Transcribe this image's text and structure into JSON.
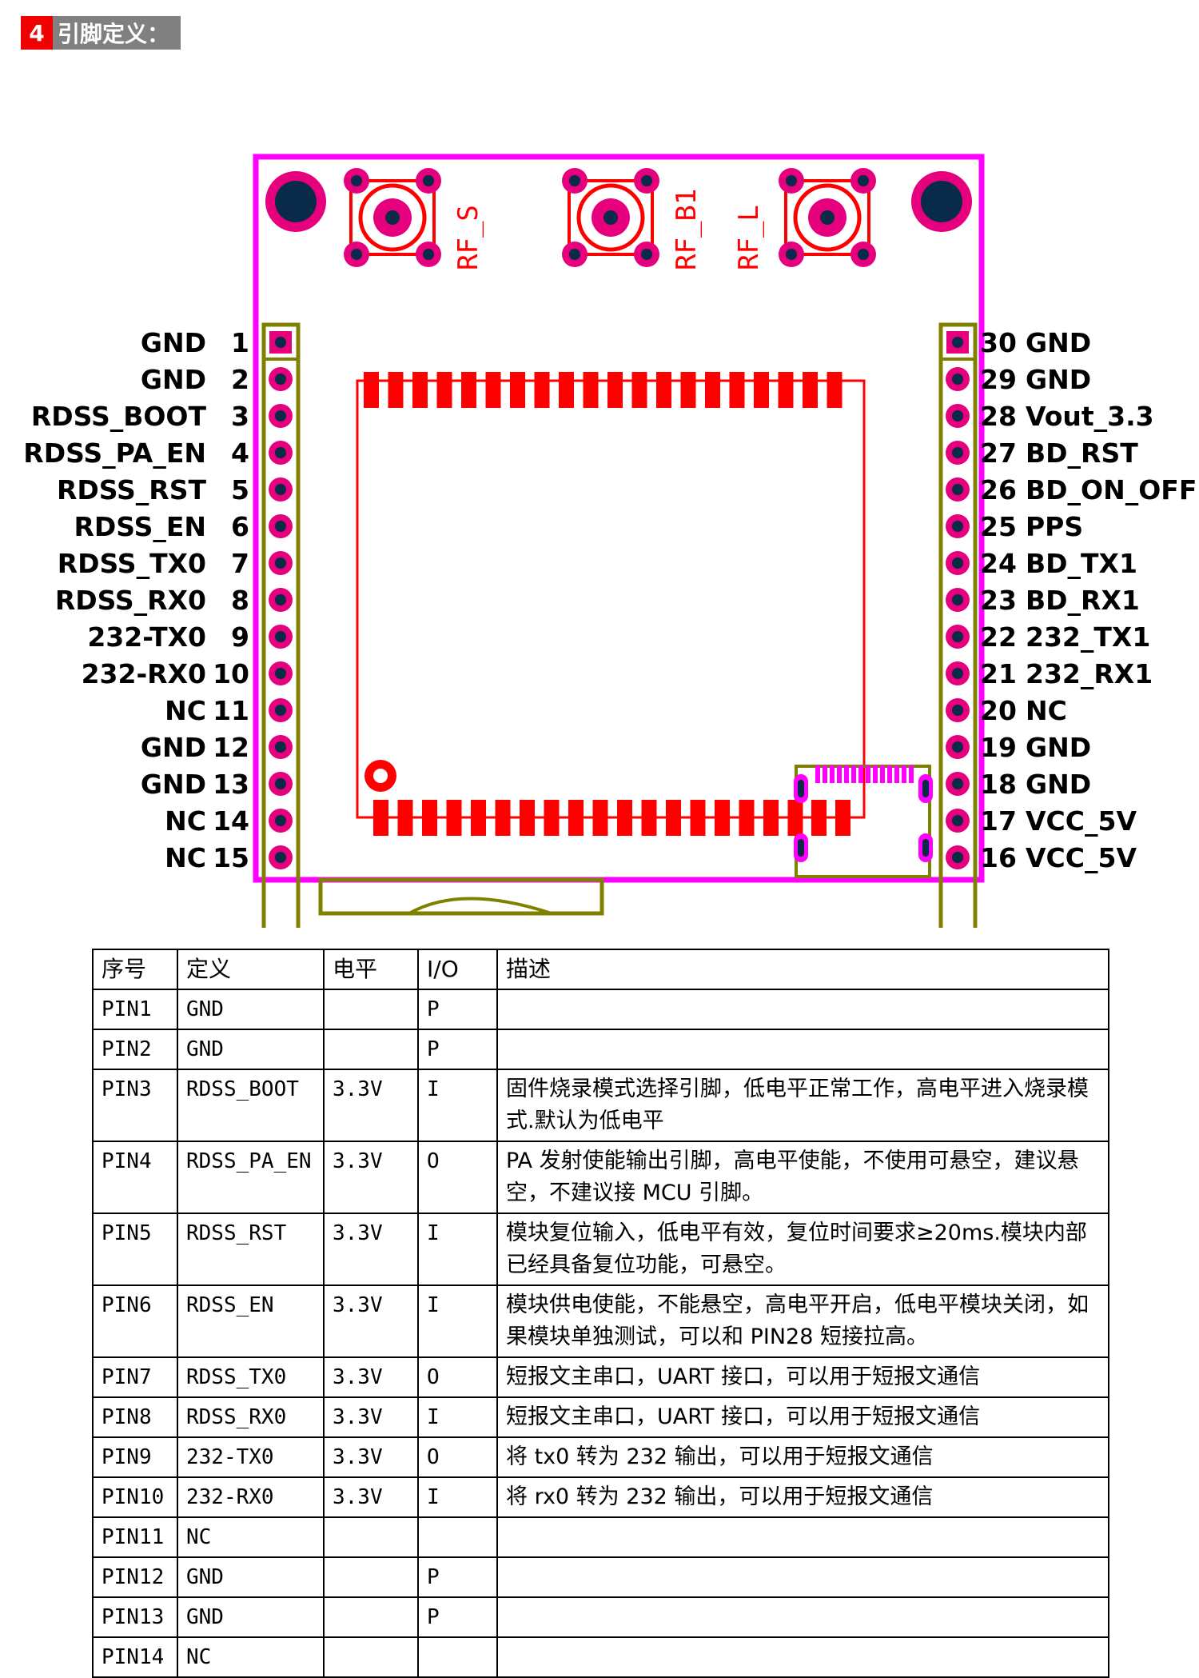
{
  "section": {
    "number": "4",
    "title": "引脚定义："
  },
  "diagram": {
    "rf_labels": [
      "RF_S",
      "RF_B1",
      "RF_L"
    ],
    "left_pins": [
      {
        "num": "1",
        "name": "GND"
      },
      {
        "num": "2",
        "name": "GND"
      },
      {
        "num": "3",
        "name": "RDSS_BOOT"
      },
      {
        "num": "4",
        "name": "RDSS_PA_EN"
      },
      {
        "num": "5",
        "name": "RDSS_RST"
      },
      {
        "num": "6",
        "name": "RDSS_EN"
      },
      {
        "num": "7",
        "name": "RDSS_TX0"
      },
      {
        "num": "8",
        "name": "RDSS_RX0"
      },
      {
        "num": "9",
        "name": "232-TX0"
      },
      {
        "num": "10",
        "name": "232-RX0"
      },
      {
        "num": "11",
        "name": "NC"
      },
      {
        "num": "12",
        "name": "GND"
      },
      {
        "num": "13",
        "name": "GND"
      },
      {
        "num": "14",
        "name": "NC"
      },
      {
        "num": "15",
        "name": "NC"
      }
    ],
    "right_pins": [
      {
        "num": "30",
        "name": "GND"
      },
      {
        "num": "29",
        "name": "GND"
      },
      {
        "num": "28",
        "name": "Vout_3.3"
      },
      {
        "num": "27",
        "name": "BD_RST"
      },
      {
        "num": "26",
        "name": "BD_ON_OFF"
      },
      {
        "num": "25",
        "name": "PPS"
      },
      {
        "num": "24",
        "name": "BD_TX1"
      },
      {
        "num": "23",
        "name": "BD_RX1"
      },
      {
        "num": "22",
        "name": "232_TX1"
      },
      {
        "num": "21",
        "name": "232_RX1"
      },
      {
        "num": "20",
        "name": "NC"
      },
      {
        "num": "19",
        "name": "GND"
      },
      {
        "num": "18",
        "name": "GND"
      },
      {
        "num": "17",
        "name": "VCC_5V"
      },
      {
        "num": "16",
        "name": "VCC_5V"
      }
    ],
    "colors": {
      "board": "#ff00ff",
      "header": "#808000",
      "pad": "#e6007e",
      "module": "#ff0000",
      "hole": "#0a2a4a"
    }
  },
  "table": {
    "headers": [
      "序号",
      "定义",
      "电平",
      "I/O",
      "描述"
    ],
    "rows": [
      [
        "PIN1",
        "GND",
        "",
        "P",
        ""
      ],
      [
        "PIN2",
        "GND",
        "",
        "P",
        ""
      ],
      [
        "PIN3",
        "RDSS_BOOT",
        "3.3V",
        "I",
        "固件烧录模式选择引脚，低电平正常工作，高电平进入烧录模式.默认为低电平"
      ],
      [
        "PIN4",
        "RDSS_PA_EN",
        "3.3V",
        "O",
        "PA 发射使能输出引脚，高电平使能，不使用可悬空，建议悬空，不建议接 MCU 引脚。"
      ],
      [
        "PIN5",
        "RDSS_RST",
        "3.3V",
        "I",
        "模块复位输入，低电平有效，复位时间要求≥20ms.模块内部已经具备复位功能，可悬空。"
      ],
      [
        "PIN6",
        "RDSS_EN",
        "3.3V",
        "I",
        "模块供电使能，不能悬空，高电平开启，低电平模块关闭，如果模块单独测试，可以和 PIN28 短接拉高。"
      ],
      [
        "PIN7",
        "RDSS_TX0",
        "3.3V",
        "O",
        "短报文主串口，UART 接口，可以用于短报文通信"
      ],
      [
        "PIN8",
        "RDSS_RX0",
        "3.3V",
        "I",
        "短报文主串口，UART 接口，可以用于短报文通信"
      ],
      [
        "PIN9",
        "232-TX0",
        "3.3V",
        "O",
        "将 tx0 转为 232 输出，可以用于短报文通信"
      ],
      [
        "PIN10",
        "232-RX0",
        "3.3V",
        "I",
        "将 rx0 转为 232 输出，可以用于短报文通信"
      ],
      [
        "PIN11",
        "NC",
        "",
        "",
        ""
      ],
      [
        "PIN12",
        "GND",
        "",
        "P",
        ""
      ],
      [
        "PIN13",
        "GND",
        "",
        "P",
        ""
      ],
      [
        "PIN14",
        "NC",
        "",
        "",
        ""
      ]
    ]
  }
}
